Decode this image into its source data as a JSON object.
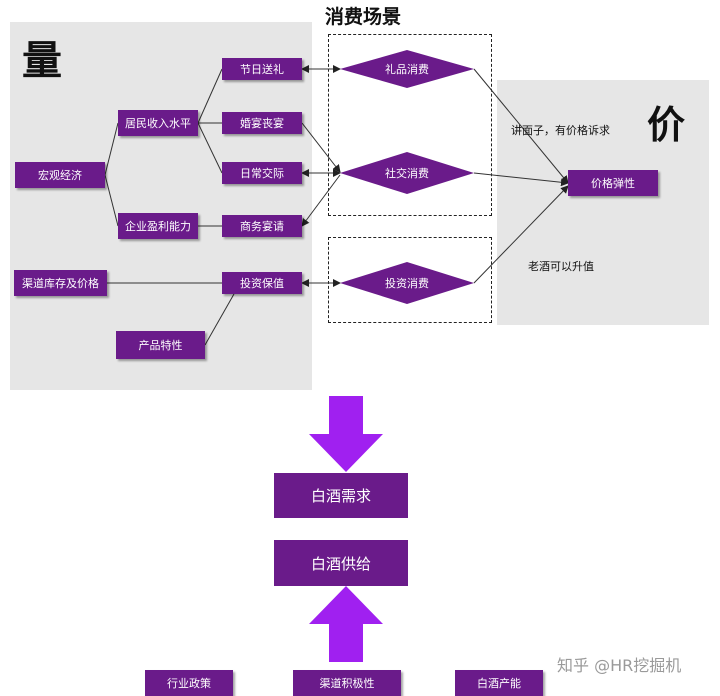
{
  "title": "消费场景",
  "panels": {
    "left_char": "量",
    "right_char": "价"
  },
  "nodes": {
    "macro_economy": "宏观经济",
    "resident_income": "居民收入水平",
    "enterprise_profit": "企业盈利能力",
    "holiday_gifts": "节日送礼",
    "wedding_banquets": "婚宴丧宴",
    "daily_social": "日常交际",
    "business_banquets": "商务宴请",
    "channel_inventory": "渠道库存及价格",
    "investment_collect": "投资保值",
    "product_features": "产品特性",
    "price_elasticity": "价格弹性"
  },
  "diamonds": {
    "gift_consumption": "礼品消费",
    "social_consumption": "社交消费",
    "investment_consumption": "投资消费"
  },
  "annotations": {
    "face_price": "讲面子，有价格诉求",
    "aged_liquor": "老酒可以升值"
  },
  "bottom": {
    "demand": "白酒需求",
    "supply": "白酒供给",
    "industry_policy": "行业政策",
    "channel_activity": "渠道积极性",
    "capacity": "白酒产能"
  },
  "watermark": "知乎 @HR挖掘机",
  "colors": {
    "node": "#6a1b8a",
    "arrow": "#a020f0",
    "panel": "#e6e6e6"
  }
}
